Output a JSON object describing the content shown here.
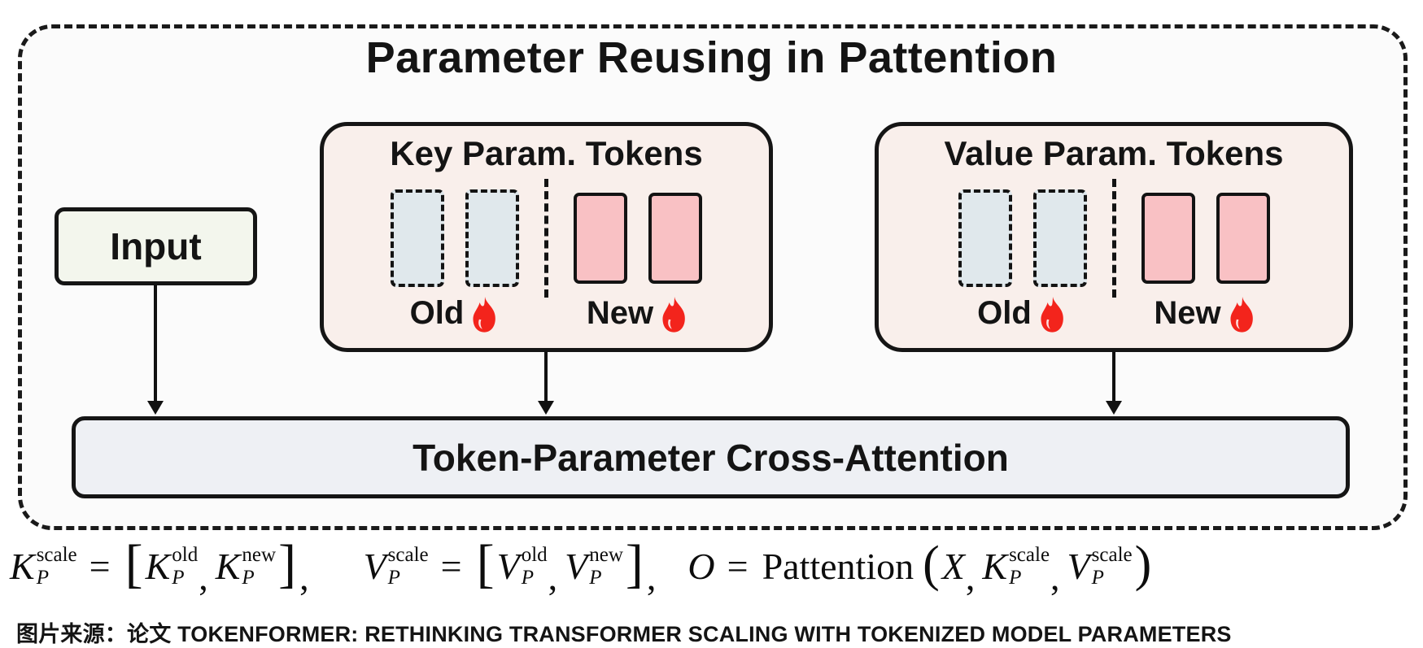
{
  "header": {
    "title": "Parameter Reusing in Pattention"
  },
  "input_box": {
    "label": "Input"
  },
  "param_boxes": [
    {
      "title": "Key Param. Tokens",
      "old_label": "Old",
      "new_label": "New"
    },
    {
      "title": "Value Param. Tokens",
      "old_label": "Old",
      "new_label": "New"
    }
  ],
  "attention_bar": {
    "label": "Token-Parameter Cross-Attention"
  },
  "formula": {
    "K": "K",
    "V": "V",
    "O": "O",
    "X": "X",
    "P": "P",
    "scale": "scale",
    "old": "old",
    "new": "new",
    "eq": "=",
    "comma": ",",
    "lbracket": "[",
    "rbracket": "]",
    "lparen": "(",
    "rparen": ")",
    "pattention": "Pattention"
  },
  "caption": {
    "text": "图片来源：论文 TOKENFORMER: RETHINKING TRANSFORMER SCALING WITH TOKENIZED MODEL PARAMETERS"
  },
  "colors": {
    "ink": "#141414",
    "outer_fill": "#fbfbfb",
    "box_fill": "#f9efeb",
    "old_token_fill": "#e0e8ec",
    "new_token_fill": "#f9c1c4",
    "input_fill": "#f3f6ed",
    "attention_fill": "#eef0f4",
    "flame": "#f3241c"
  }
}
